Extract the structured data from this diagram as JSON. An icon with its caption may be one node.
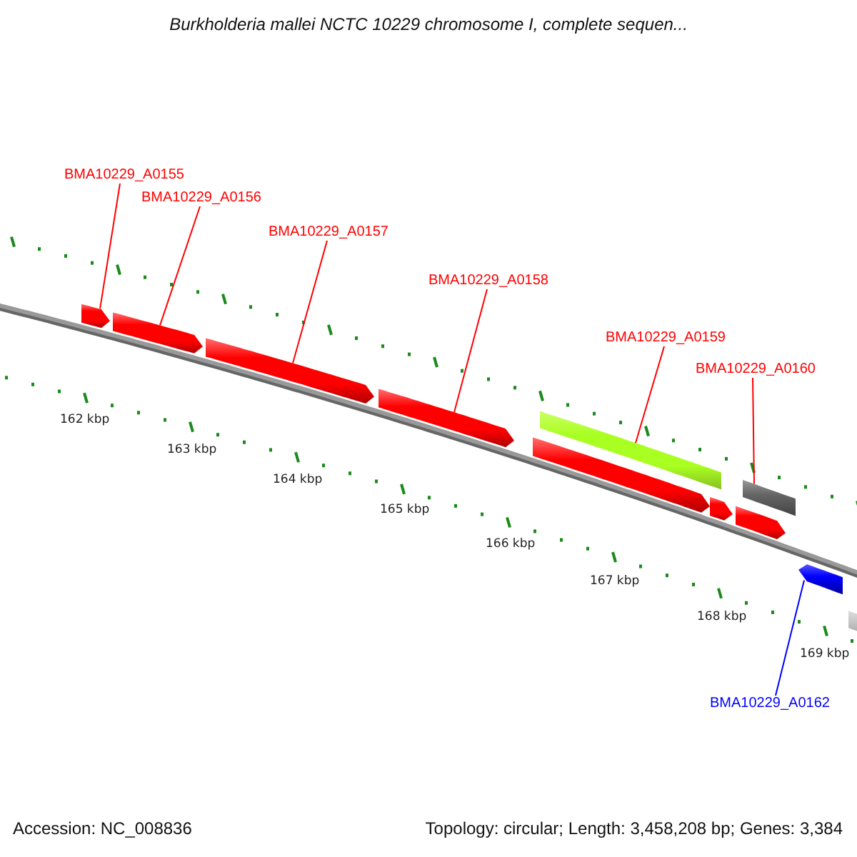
{
  "diagram": {
    "title": "Burkholderia mallei NCTC 10229 chromosome I, complete sequen...",
    "nodes": [
      {
        "text": [
          "BMA10229_A0155"
        ]
      },
      {
        "text": [
          "BMA10229_A0156"
        ]
      },
      {
        "text": [
          "BMA10229_A0157"
        ]
      },
      {
        "text": [
          "BMA10229_A0158"
        ]
      },
      {
        "text": [
          "BMA10229_A0159"
        ]
      },
      {
        "text": [
          "BMA10229_A0160"
        ]
      },
      {
        "text": [
          "BMA10229_A0162"
        ]
      },
      {
        "text": [],
        "shape": "arrow"
      },
      {
        "text": [],
        "shape": "arrow"
      },
      {
        "text": [],
        "shape": "arrow"
      },
      {
        "text": [],
        "shape": "arrow"
      },
      {
        "text": [],
        "shape": "bar"
      },
      {
        "text": [],
        "shape": "arrow"
      },
      {
        "text": [],
        "shape": "arrow"
      },
      {
        "text": [],
        "shape": "arrow"
      },
      {
        "text": [],
        "shape": "bar"
      },
      {
        "text": [],
        "shape": "arrow"
      },
      {
        "text": [],
        "shape": "bar"
      }
    ],
    "edges": [
      {
        "from": 0,
        "to": 7,
        "arrow": "none"
      },
      {
        "from": 1,
        "to": 8,
        "arrow": "none"
      },
      {
        "from": 2,
        "to": 9,
        "arrow": "none"
      },
      {
        "from": 3,
        "to": 10,
        "arrow": "none"
      },
      {
        "from": 4,
        "to": 11,
        "arrow": "none"
      },
      {
        "from": 5,
        "to": 15,
        "arrow": "none"
      },
      {
        "from": 6,
        "to": 16,
        "arrow": "none",
        "color": "#0000ff"
      }
    ],
    "labels": [
      "162 kbp",
      "163 kbp",
      "164 kbp",
      "165 kbp",
      "166 kbp",
      "167 kbp",
      "168 kbp",
      "169 kbp",
      "Accession: NC_008836",
      "Topology: circular; Length: 3,458,208 bp; Genes: 3,384"
    ]
  }
}
